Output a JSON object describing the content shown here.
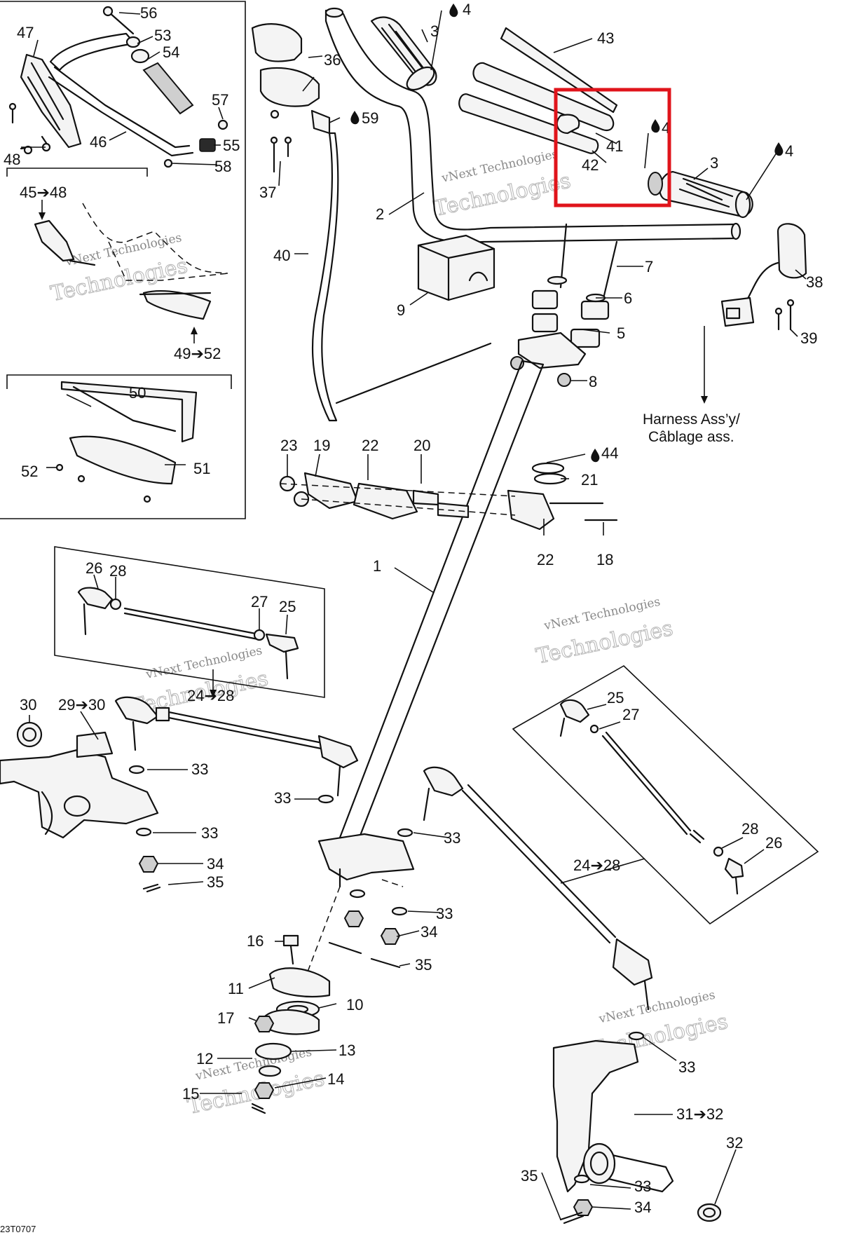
{
  "callouts": [
    {
      "id": "c56",
      "text": "56"
    },
    {
      "id": "c47",
      "text": "47"
    },
    {
      "id": "c53",
      "text": "53"
    },
    {
      "id": "c54",
      "text": "54"
    },
    {
      "id": "c57",
      "text": "57"
    },
    {
      "id": "c55",
      "text": "55"
    },
    {
      "id": "c46",
      "text": "46"
    },
    {
      "id": "c48",
      "text": "48"
    },
    {
      "id": "c58",
      "text": "58"
    },
    {
      "id": "c45-48",
      "text": "45➔48"
    },
    {
      "id": "c49-52",
      "text": "49➔52"
    },
    {
      "id": "c50",
      "text": "50"
    },
    {
      "id": "c52",
      "text": "52"
    },
    {
      "id": "c51",
      "text": "51"
    },
    {
      "id": "c4a",
      "text": "4"
    },
    {
      "id": "c3a",
      "text": "3"
    },
    {
      "id": "c43",
      "text": "43"
    },
    {
      "id": "c36",
      "text": "36"
    },
    {
      "id": "c59",
      "text": "59"
    },
    {
      "id": "c37",
      "text": "37"
    },
    {
      "id": "c41",
      "text": "41"
    },
    {
      "id": "c42",
      "text": "42"
    },
    {
      "id": "c4b",
      "text": "4"
    },
    {
      "id": "c3b",
      "text": "3"
    },
    {
      "id": "c4c",
      "text": "4"
    },
    {
      "id": "c2",
      "text": "2"
    },
    {
      "id": "c40",
      "text": "40"
    },
    {
      "id": "c7",
      "text": "7"
    },
    {
      "id": "c38",
      "text": "38"
    },
    {
      "id": "c6",
      "text": "6"
    },
    {
      "id": "c9",
      "text": "9"
    },
    {
      "id": "c5",
      "text": "5"
    },
    {
      "id": "c39",
      "text": "39"
    },
    {
      "id": "c8",
      "text": "8"
    },
    {
      "id": "c23",
      "text": "23"
    },
    {
      "id": "c19",
      "text": "19"
    },
    {
      "id": "c22a",
      "text": "22"
    },
    {
      "id": "c20",
      "text": "20"
    },
    {
      "id": "c44",
      "text": "44"
    },
    {
      "id": "c21",
      "text": "21"
    },
    {
      "id": "c22b",
      "text": "22"
    },
    {
      "id": "c18",
      "text": "18"
    },
    {
      "id": "c1",
      "text": "1"
    },
    {
      "id": "c26a",
      "text": "26"
    },
    {
      "id": "c28a",
      "text": "28"
    },
    {
      "id": "c27a",
      "text": "27"
    },
    {
      "id": "c25a",
      "text": "25"
    },
    {
      "id": "c24-28a",
      "text": "24➔28"
    },
    {
      "id": "c30",
      "text": "30"
    },
    {
      "id": "c29-30",
      "text": "29➔30"
    },
    {
      "id": "c33a",
      "text": "33"
    },
    {
      "id": "c33b",
      "text": "33"
    },
    {
      "id": "c33c",
      "text": "33"
    },
    {
      "id": "c34a",
      "text": "34"
    },
    {
      "id": "c35a",
      "text": "35"
    },
    {
      "id": "c33d",
      "text": "33"
    },
    {
      "id": "c33e",
      "text": "33"
    },
    {
      "id": "c34b",
      "text": "34"
    },
    {
      "id": "c35b",
      "text": "35"
    },
    {
      "id": "c16",
      "text": "16"
    },
    {
      "id": "c11",
      "text": "11"
    },
    {
      "id": "c10",
      "text": "10"
    },
    {
      "id": "c17",
      "text": "17"
    },
    {
      "id": "c13",
      "text": "13"
    },
    {
      "id": "c12",
      "text": "12"
    },
    {
      "id": "c14",
      "text": "14"
    },
    {
      "id": "c15",
      "text": "15"
    },
    {
      "id": "c25b",
      "text": "25"
    },
    {
      "id": "c27b",
      "text": "27"
    },
    {
      "id": "c28b",
      "text": "28"
    },
    {
      "id": "c26b",
      "text": "26"
    },
    {
      "id": "c24-28b",
      "text": "24➔28"
    },
    {
      "id": "c33f",
      "text": "33"
    },
    {
      "id": "c31-32",
      "text": "31➔32"
    },
    {
      "id": "c32",
      "text": "32"
    },
    {
      "id": "c35c",
      "text": "35"
    },
    {
      "id": "c33g",
      "text": "33"
    },
    {
      "id": "c34c",
      "text": "34"
    }
  ],
  "harness_note": {
    "line1": "Harness Ass’y/",
    "line2": "Câblage ass."
  },
  "watermark": {
    "line1": "vNext Technologies",
    "line2": "Technologies"
  },
  "drawing_code": "23T0707",
  "highlight_color": "#e0141b"
}
